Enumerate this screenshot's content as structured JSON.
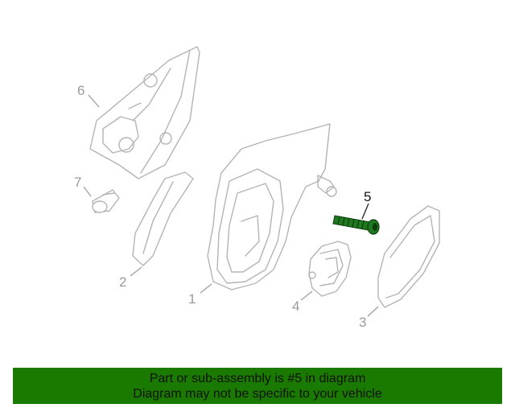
{
  "callouts": {
    "part1": "1",
    "part2": "2",
    "part3": "3",
    "part4": "4",
    "part5": "5",
    "part6": "6",
    "part7": "7"
  },
  "highlighted_part": "5",
  "colors": {
    "banner_background": "#1a7a00",
    "highlight_part": "#1f7a1f",
    "line_art": "#b4b4b4"
  },
  "banner": {
    "line1": "Part or sub-assembly is #5 in diagram",
    "line2": "Diagram may not be specific to your vehicle"
  }
}
